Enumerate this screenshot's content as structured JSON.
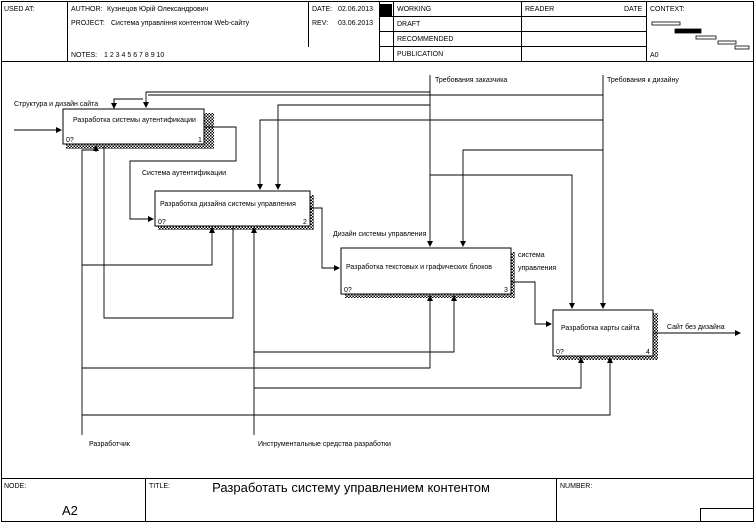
{
  "header": {
    "used_at_label": "USED AT:",
    "author_label": "AUTHOR:",
    "author": "Кузнецов Юрій Олександрович",
    "project_label": "PROJECT:",
    "project": "Система управління контентом Web-сайту",
    "notes_label": "NOTES:",
    "notes": "1 2 3 4 5 6 7 8 9 10",
    "date_label": "DATE:",
    "date": "02.06.2013",
    "rev_label": "REV:",
    "rev": "03.06.2013",
    "status": [
      "WORKING",
      "DRAFT",
      "RECOMMENDED",
      "PUBLICATION"
    ],
    "reader_label": "READER",
    "reader_date_label": "DATE",
    "context_label": "CONTEXT:",
    "context_node": "A0"
  },
  "boxes": [
    {
      "id": "box-1",
      "name": "Разработка системы аутентификации",
      "cost": "0?",
      "num": "1"
    },
    {
      "id": "box-2",
      "name": "Разработка дизайна системы управления",
      "cost": "0?",
      "num": "2"
    },
    {
      "id": "box-3",
      "name": "Разработка текстовых и графических блоков",
      "cost": "0?",
      "num": "3"
    },
    {
      "id": "box-4",
      "name": "Разработка карты сайта",
      "cost": "0?",
      "num": "4"
    }
  ],
  "arrows": {
    "input_structure": "Структура и дизайн сайта",
    "req_customer": "Требования заказчика",
    "req_design": "Требования к дизайну",
    "auth_system": "Система аутентификации",
    "design_system": "Дизайн системы управления",
    "system_mgmt_1": "система",
    "system_mgmt_2": "управления",
    "output_site": "Сайт без дизайна",
    "developer": "Разработчик",
    "tools": "Инструментальные средства разработки"
  },
  "footer": {
    "node_label": "NODE:",
    "node": "A2",
    "title_label": "TITLE:",
    "title": "Разработать систему управлением контентом",
    "number_label": "NUMBER:"
  }
}
